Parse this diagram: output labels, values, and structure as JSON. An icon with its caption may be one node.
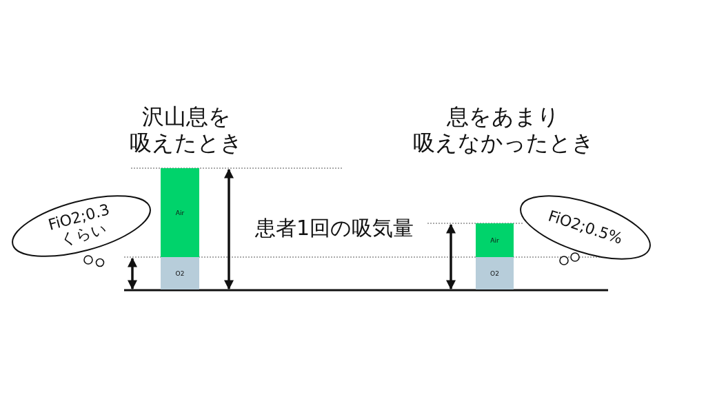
{
  "diagram": {
    "nodes": [
      {
        "text": [
          "FiO2;0.3くらい"
        ]
      },
      {
        "text": [
          "Air"
        ]
      },
      {
        "text": [
          "O2"
        ]
      },
      {
        "text": [
          "Air"
        ]
      },
      {
        "text": [
          "O2"
        ]
      },
      {
        "text": [
          "FiO2;0.5%"
        ]
      }
    ],
    "labels": [
      "沢山息を吸えたとき",
      "息をあまり吸えなかったとき",
      "患者1回の吸気量"
    ]
  }
}
